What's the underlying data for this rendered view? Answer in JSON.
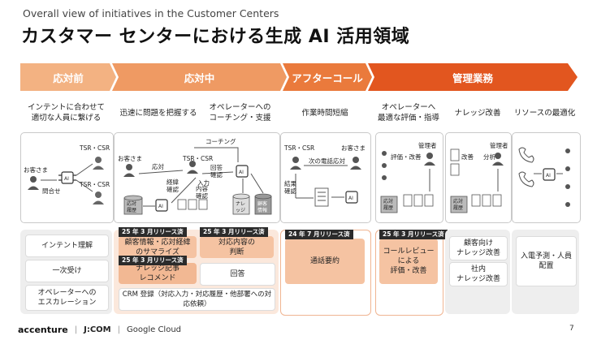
{
  "header": {
    "subtitle": "Overall view of initiatives in the Customer Centers",
    "title": "カスタマー センターにおける生成 AI 活用領域"
  },
  "phases": [
    "応対前",
    "応対中",
    "アフターコール",
    "管理業務"
  ],
  "sub_heads": [
    "インテントに合わせて\n適切な人員に繋げる",
    "迅速に問題を把握する",
    "オペレーターへの\nコーチング・支援",
    "作業時間短縮",
    "オペレーターへ\n最適な評価・指導",
    "ナレッジ改善",
    "リソースの最適化"
  ],
  "diagram_labels": {
    "p1_customer": "お客さま",
    "p1_tsr_top": "TSR・CSR",
    "p1_tsr_bottom": "TSR・CSR",
    "p1_relay": "問合せ",
    "p1_ai": "AI",
    "p2_coaching": "コーチング",
    "p2_customer": "お客さま",
    "p2_tsr": "TSR・CSR",
    "p2_respond": "応対",
    "p2_history_check": "経緯\n確認",
    "p2_input": "入力",
    "p2_content_check": "内容\n確認",
    "p2_answer_check": "回答\n確認",
    "p2_ai": "AI",
    "p2_history_db": "応対\n履歴",
    "p2_knowledge_db": "ナレ\nッジ",
    "p2_customer_db": "顧客\n情報",
    "p3_tsr": "TSR・CSR",
    "p3_customer": "お客さま",
    "p3_next_call": "次の電話応対",
    "p3_result_check": "結果\n確認",
    "p3_ai": "AI",
    "p4_manager": "管理者",
    "p4_eval": "評価・改善",
    "p4_history_db": "応対\n履歴",
    "p5_manager": "管理者",
    "p5_improve": "改善",
    "p5_analyze": "分析",
    "p5_history_db": "応対\n履歴"
  },
  "bottom": {
    "col1": [
      "インテント理解",
      "一次受け",
      "オペレーターへの\nエスカレーション"
    ],
    "col2_cells": [
      {
        "badge": "25 年 3 月リリース済",
        "text": "顧客情報・応対経緯\nのサマライズ"
      },
      {
        "badge": "25 年 3 月リリース済",
        "text": "対応内容の\n判断"
      },
      {
        "badge": "25 年 3 月リリース済",
        "text": "ナレッジ記事\nレコメンド"
      },
      {
        "badge": "",
        "text": "回答"
      }
    ],
    "col2_crm": "CRM 登録（対応入力・対応履歴・他部署への対応依頼）",
    "col3": {
      "badge": "24 年 7 月リリース済",
      "text": "通話要約"
    },
    "col4": {
      "badge": "25 年 3 月リリース済",
      "text": "コールレビュー\nによる\n評価・改善"
    },
    "col5": [
      "顧客向け\nナレッジ改善",
      "社内\nナレッジ改善"
    ],
    "col6": "入電予測・人員\n配置"
  },
  "footer": {
    "brand1": "accenture",
    "brand2": "J:COM",
    "brand3": "Google Cloud",
    "page": "7"
  },
  "colors": {
    "phase1": "#f3b282",
    "phase2": "#ef9a63",
    "phase3": "#ea7a3c",
    "phase4": "#e2561f",
    "badge": "#2b2b2b",
    "cell_orange": "#f5c3a2"
  }
}
